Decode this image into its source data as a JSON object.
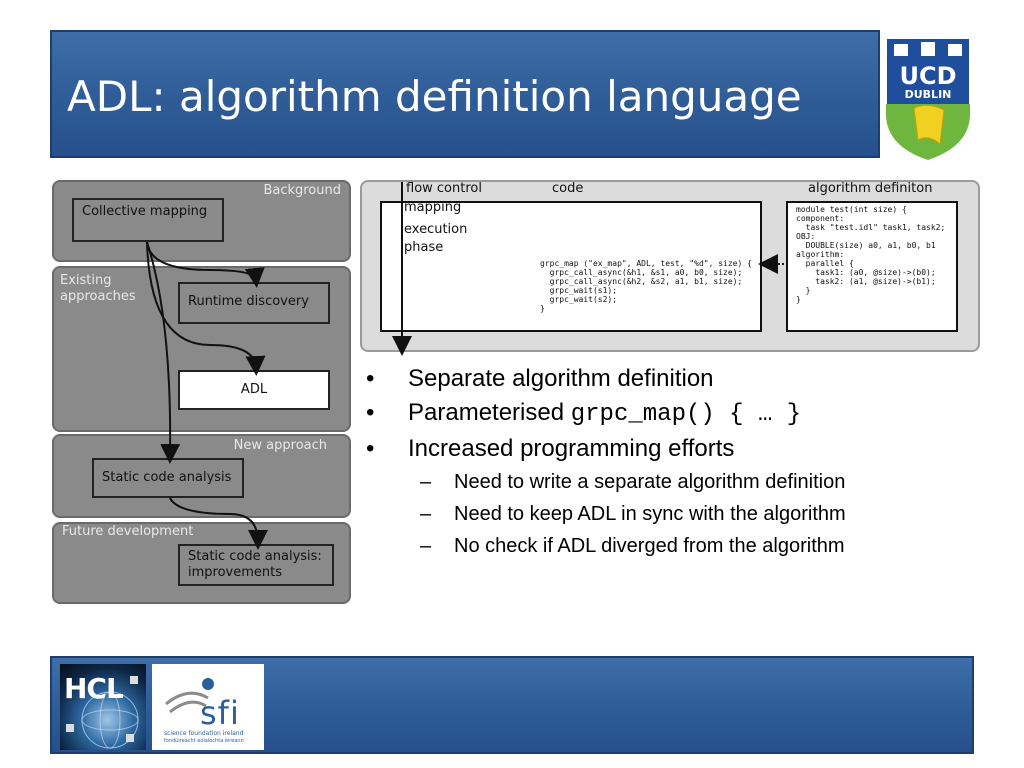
{
  "slide": {
    "title": "ADL: algorithm definition language"
  },
  "ucd_logo": {
    "name": "UCD",
    "city": "DUBLIN"
  },
  "diagram": {
    "sections": {
      "background": "Background",
      "existing": "Existing\napproaches",
      "new": "New approach",
      "future": "Future development"
    },
    "boxes": {
      "collective_mapping": "Collective mapping",
      "runtime_discovery": "Runtime discovery",
      "adl": "ADL",
      "static_analysis": "Static code analysis",
      "static_improvements": "Static code analysis:\nimprovements"
    }
  },
  "code_panel": {
    "labels": {
      "flow_control": "flow control",
      "code": "code",
      "algorithm_definition": "algorithm definiton",
      "mapping": "mapping",
      "execution": "execution",
      "phase": "phase"
    },
    "code_snippet": "grpc_map (\"ex_map\", ADL, test, \"%d\", size) {\n  grpc_call_async(&h1, &s1, a0, b0, size);\n  grpc_call_async(&h2, &s2, a1, b1, size);\n  grpc_wait(s1);\n  grpc_wait(s2);\n}",
    "algorithm_snippet": "module test(int size) {\ncomponent:\n  task \"test.idl\" task1, task2;\nOBJ:\n  DOUBLE(size) a0, a1, b0, b1\nalgorithm:\n  parallel {\n    task1: (a0, @size)->(b0);\n    task2: (a1, @size)->(b1);\n  }\n}"
  },
  "bullets": [
    {
      "text": "Separate algorithm definition"
    },
    {
      "text": "Parameterised ",
      "code": "grpc_map() { … }"
    },
    {
      "text": "Increased programming efforts"
    }
  ],
  "sub_bullets": [
    "Need to write a separate algorithm definition",
    "Need to keep ADL in sync with the algorithm",
    "No check if ADL diverged from the algorithm"
  ],
  "markers": {
    "bullet": "•",
    "dash": "–"
  },
  "footer": {
    "hcl_logo_text": "HCL",
    "sfi_logo_text": "sfi",
    "sfi_tagline_1": "science foundation ireland",
    "sfi_tagline_2": "fondúireacht eolaíochta éireann"
  },
  "colors": {
    "title_bar": "#2f5c97",
    "panel_grey": "#8a8a8a",
    "code_panel_bg": "#dcdcdc"
  }
}
